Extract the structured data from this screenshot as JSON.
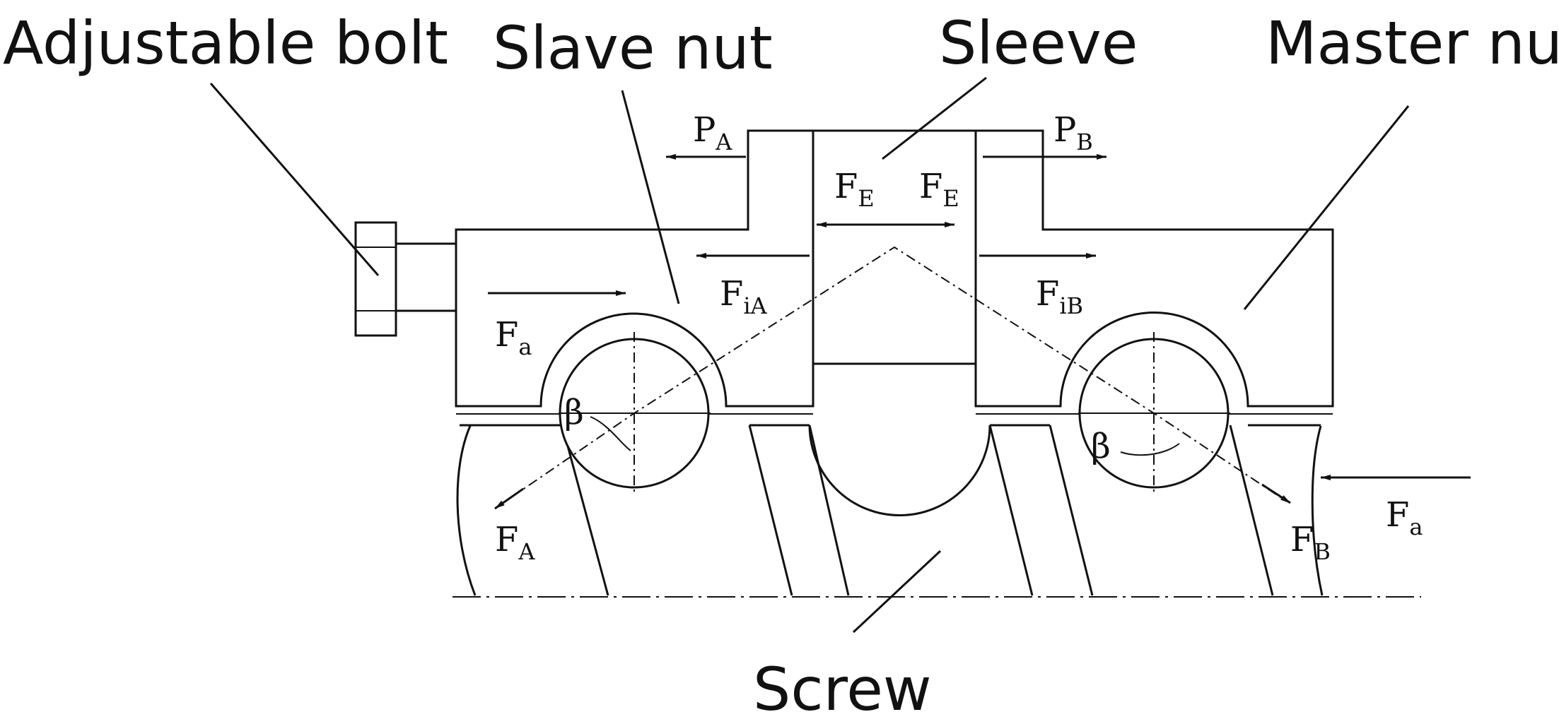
{
  "callouts": {
    "adjustable_bolt": "Adjustable bolt",
    "slave_nut": "Slave nut",
    "sleeve": "Sleeve",
    "master_nut": "Master nut",
    "screw": "Screw"
  },
  "symbols": {
    "pa": {
      "base": "P",
      "sub": "A"
    },
    "pb": {
      "base": "P",
      "sub": "B"
    },
    "fe_left": {
      "base": "F",
      "sub": "E"
    },
    "fe_right": {
      "base": "F",
      "sub": "E"
    },
    "fia": {
      "base": "F",
      "sub": "iA"
    },
    "fib": {
      "base": "F",
      "sub": "iB"
    },
    "fa_left": {
      "base": "F",
      "sub": "a"
    },
    "fa_right": {
      "base": "F",
      "sub": "a"
    },
    "f_a": {
      "base": "F",
      "sub": "A"
    },
    "f_b": {
      "base": "F",
      "sub": "B"
    },
    "beta_left": "β",
    "beta_right": "β"
  },
  "colors": {
    "stroke": "#111111",
    "background": "#ffffff"
  }
}
